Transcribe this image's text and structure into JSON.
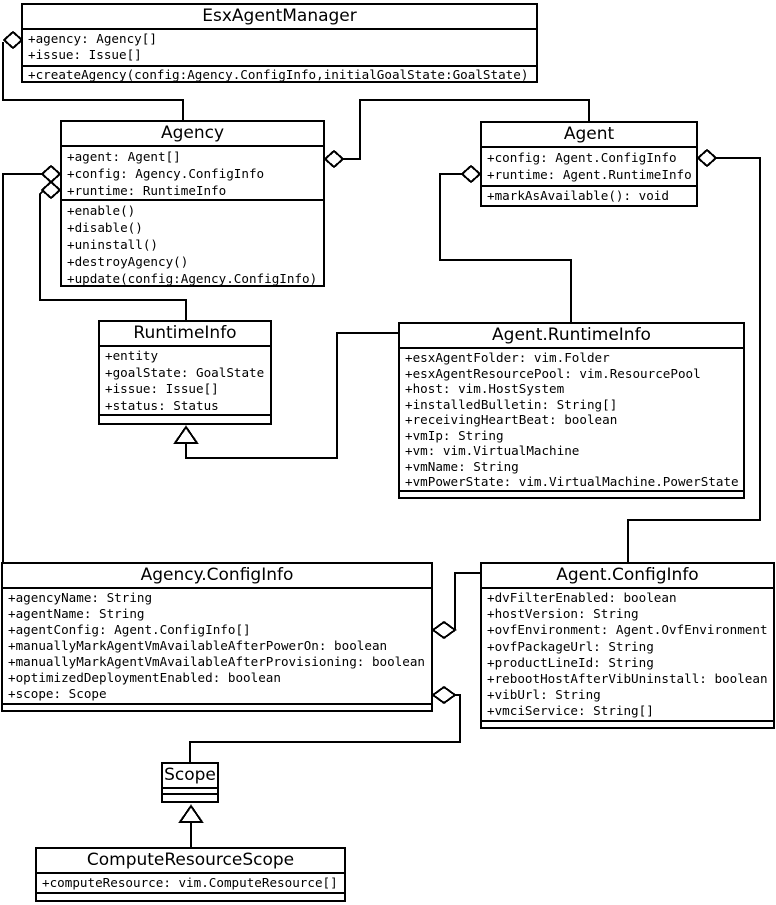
{
  "diagram": {
    "colors": {
      "line": "#000000",
      "background": "#ffffff",
      "box_fill": "#ffffff"
    },
    "classes": [
      {
        "id": "esx-agent-manager",
        "name": "EsxAgentManager",
        "attributes": [
          "+agency: Agency[]",
          "+issue: Issue[]"
        ],
        "methods": [
          "+createAgency(config:Agency.ConfigInfo,initialGoalState:GoalState)"
        ]
      },
      {
        "id": "agency",
        "name": "Agency",
        "attributes": [
          "+agent: Agent[]",
          "+config: Agency.ConfigInfo",
          "+runtime: RuntimeInfo"
        ],
        "methods": [
          "+enable()",
          "+disable()",
          "+uninstall()",
          "+destroyAgency()",
          "+update(config:Agency.ConfigInfo)"
        ]
      },
      {
        "id": "agent",
        "name": "Agent",
        "attributes": [
          "+config: Agent.ConfigInfo",
          "+runtime: Agent.RuntimeInfo"
        ],
        "methods": [
          "+markAsAvailable(): void"
        ]
      },
      {
        "id": "runtime-info",
        "name": "RuntimeInfo",
        "attributes": [
          "+entity",
          "+goalState: GoalState",
          "+issue: Issue[]",
          "+status: Status"
        ],
        "methods": []
      },
      {
        "id": "agent-runtime-info",
        "name": "Agent.RuntimeInfo",
        "attributes": [
          "+esxAgentFolder: vim.Folder",
          "+esxAgentResourcePool: vim.ResourcePool",
          "+host: vim.HostSystem",
          "+installedBulletin: String[]",
          "+receivingHeartBeat: boolean",
          "+vmIp: String",
          "+vm: vim.VirtualMachine",
          "+vmName: String",
          "+vmPowerState: vim.VirtualMachine.PowerState"
        ],
        "methods": []
      },
      {
        "id": "agency-config-info",
        "name": "Agency.ConfigInfo",
        "attributes": [
          "+agencyName: String",
          "+agentName: String",
          "+agentConfig: Agent.ConfigInfo[]",
          "+manuallyMarkAgentVmAvailableAfterPowerOn: boolean",
          "+manuallyMarkAgentVmAvailableAfterProvisioning: boolean",
          "+optimizedDeploymentEnabled: boolean",
          "+scope: Scope"
        ],
        "methods": []
      },
      {
        "id": "agent-config-info",
        "name": "Agent.ConfigInfo",
        "attributes": [
          "+dvFilterEnabled: boolean",
          "+hostVersion: String",
          "+ovfEnvironment: Agent.OvfEnvironment",
          "+ovfPackageUrl: String",
          "+productLineId: String",
          "+rebootHostAfterVibUninstall: boolean",
          "+vibUrl: String",
          "+vmciService: String[]"
        ],
        "methods": []
      },
      {
        "id": "scope",
        "name": "Scope",
        "attributes": [],
        "methods": []
      },
      {
        "id": "compute-resource-scope",
        "name": "ComputeResourceScope",
        "attributes": [
          "+computeResource: vim.ComputeResource[]"
        ],
        "methods": []
      }
    ],
    "relationships": [
      {
        "type": "aggregation",
        "owner": "EsxAgentManager",
        "part": "Agency"
      },
      {
        "type": "aggregation",
        "owner": "Agency",
        "part": "Agency.ConfigInfo"
      },
      {
        "type": "aggregation",
        "owner": "Agency",
        "part": "RuntimeInfo"
      },
      {
        "type": "aggregation",
        "owner": "Agency",
        "part": "Agent"
      },
      {
        "type": "aggregation",
        "owner": "Agent",
        "part": "Agent.RuntimeInfo"
      },
      {
        "type": "aggregation",
        "owner": "Agent",
        "part": "Agent.ConfigInfo"
      },
      {
        "type": "generalization",
        "parent": "RuntimeInfo",
        "child": "Agent.RuntimeInfo"
      },
      {
        "type": "aggregation",
        "owner": "Agency.ConfigInfo",
        "part": "Agent.ConfigInfo"
      },
      {
        "type": "aggregation",
        "owner": "Agency.ConfigInfo",
        "part": "Scope"
      },
      {
        "type": "generalization",
        "parent": "Scope",
        "child": "ComputeResourceScope"
      }
    ]
  }
}
